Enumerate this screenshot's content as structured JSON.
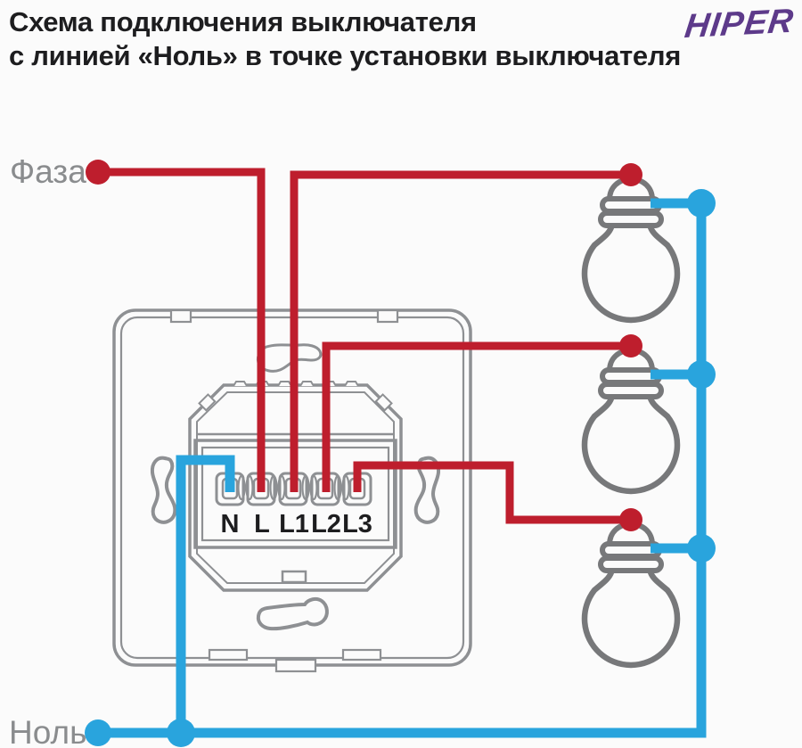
{
  "title": {
    "line1": "Схема подключения выключателя",
    "line2": "с линией «Ноль» в точке установки выключателя"
  },
  "logo": {
    "text": "HIPER"
  },
  "labels": {
    "phase": "Фаза",
    "neutral": "Ноль"
  },
  "terminals": [
    "N",
    "L",
    "L1",
    "L2",
    "L3"
  ],
  "colors": {
    "phase_red": "#be1e2d",
    "neutral_blue": "#29a4dd",
    "outline_gray": "#8e9093",
    "bulb_gray": "#77787a",
    "label_gray": "#8a8c8e",
    "title_black": "#1d1d1f",
    "logo_purple": "#5d3a8a",
    "background": "#fbfbfb"
  }
}
